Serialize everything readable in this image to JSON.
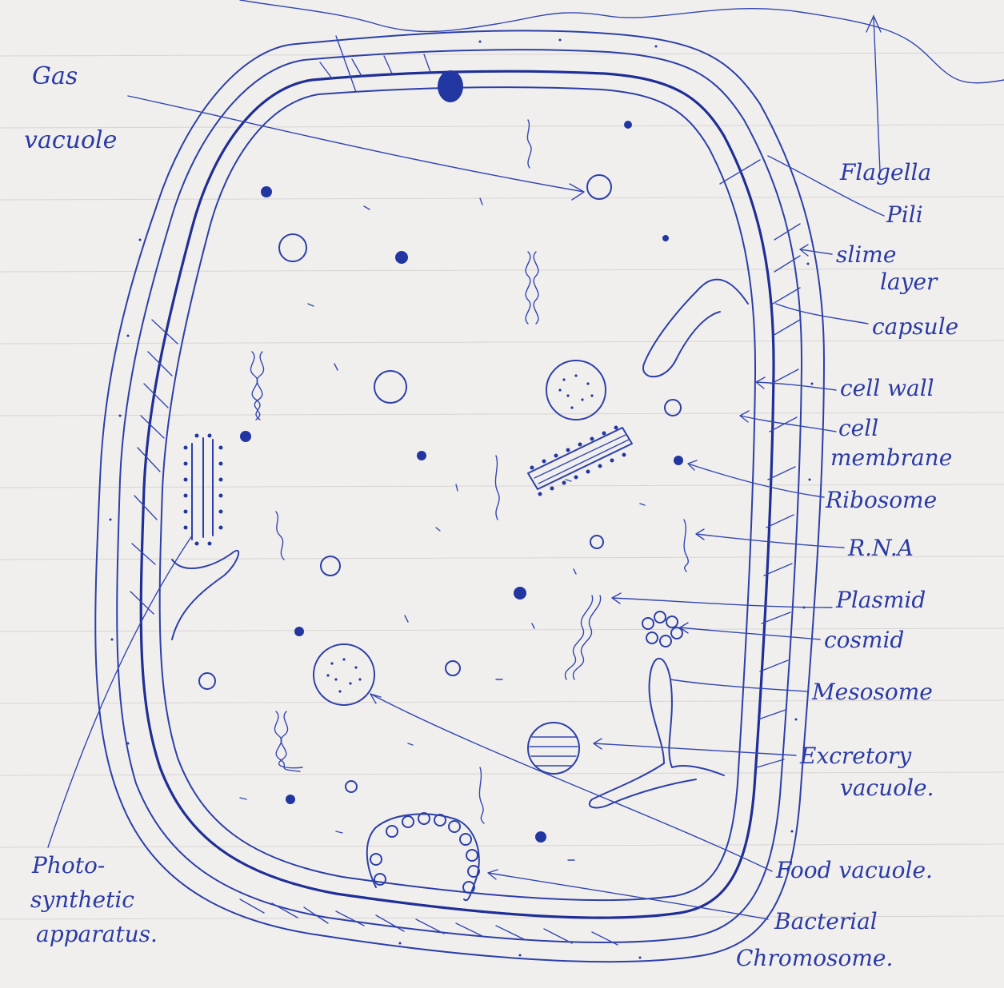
{
  "labels": {
    "gas_vacuole_1": "Gas",
    "gas_vacuole_2": "vacuole",
    "flagella": "Flagella",
    "pili": "Pili",
    "slime_1": "slime",
    "slime_2": "layer",
    "capsule": "capsule",
    "cell_wall": "cell wall",
    "cell_membrane_1": "cell",
    "cell_membrane_2": "membrane",
    "ribosome": "Ribosome",
    "rna": "R.N.A",
    "plasmid": "Plasmid",
    "cosmid": "cosmid",
    "mesosome": "Mesosome",
    "excretory_1": "Excretory",
    "excretory_2": "vacuole.",
    "food_vacuole": "Food vacuole.",
    "chromosome_1": "Bacterial",
    "chromosome_2": "Chromosome.",
    "photo_1": "Photo-",
    "photo_2": "synthetic",
    "photo_3": "apparatus."
  },
  "colors": {
    "ink": "#2c3fa8",
    "paper": "#f1efee"
  }
}
